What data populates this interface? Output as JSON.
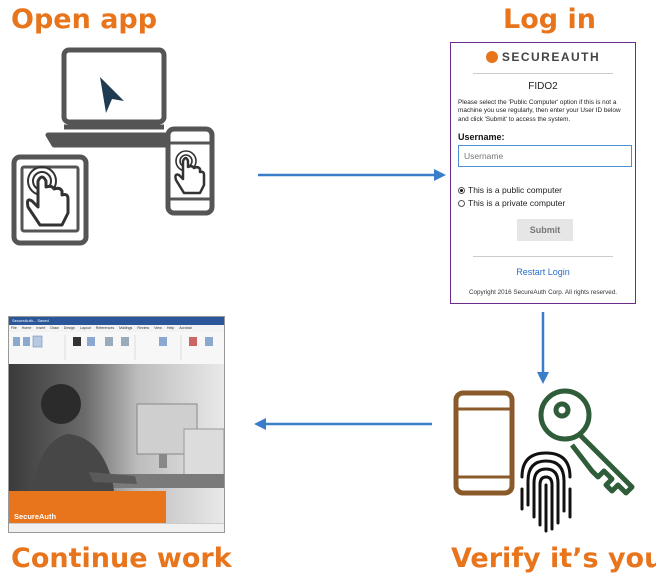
{
  "steps": {
    "open_app": "Open app",
    "log_in": "Log in",
    "verify": "Verify it’s you",
    "continue": "Continue work"
  },
  "colors": {
    "label": "#e8741c",
    "arrow": "#3a7dc9",
    "device_stroke": "#555555",
    "phone_stroke": "#8b5a2b",
    "key_stroke": "#2f5d3a",
    "panel_border": "#6b2c8c"
  },
  "icons": {
    "devices": [
      "laptop-icon",
      "tablet-icon",
      "phone-icon",
      "tap-hand-icon",
      "cursor-icon"
    ],
    "verify": [
      "phone-icon",
      "fingerprint-icon",
      "key-icon"
    ],
    "arrows": [
      "arrow-right-icon",
      "arrow-down-icon",
      "arrow-left-icon"
    ]
  },
  "login": {
    "brand": "SECUREAUTH",
    "method": "FIDO2",
    "instructions": "Please select the 'Public Computer' option if this is not a machine you use regularly, then enter your User ID below and click 'Submit' to access the system.",
    "username_label": "Username:",
    "username_placeholder": "Username",
    "radio_public": "This is a public computer",
    "radio_private": "This is a private computer",
    "submit_label": "Submit",
    "restart_label": "Restart Login",
    "copyright": "Copyright 2016 SecureAuth Corp. All rights reserved."
  },
  "word": {
    "title": "SecureAuth...  Saved",
    "menu": [
      "File",
      "Home",
      "Insert",
      "Draw",
      "Design",
      "Layout",
      "References",
      "Mailings",
      "Review",
      "View",
      "Help",
      "Acrobat"
    ],
    "brand_text": "SecureAuth"
  }
}
